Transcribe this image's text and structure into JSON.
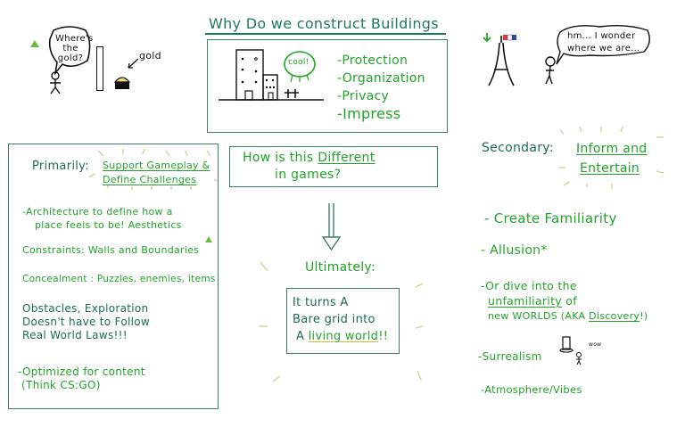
{
  "title": "Why Do we construct Buildings",
  "top_left_comic": {
    "speech": [
      "Where's",
      "the",
      "gold?"
    ],
    "gold_label": "gold"
  },
  "top_center": {
    "bubble": "cool!",
    "reasons": [
      "-Protection",
      "-Organization",
      "-Privacy",
      "-Impress"
    ]
  },
  "top_right_comic": {
    "speech": [
      "hm... I wonder",
      "where we are..."
    ]
  },
  "left_panel": {
    "primary_label": "Primarily:",
    "primary_value": [
      "Support Gameplay &",
      "Define Challenges"
    ],
    "points": [
      [
        "-Architecture to define how a",
        "place feels to be! Aesthetics"
      ],
      [
        "Constraints: Walls and Boundaries"
      ],
      [
        "Concealment : Puzzles, enemies, items"
      ],
      [
        "Obstacles, Exploration",
        "Doesn't have to Follow",
        "Real World Laws!!!"
      ],
      [
        "-Optimized for content",
        "(Think CS:GO)"
      ]
    ]
  },
  "center": {
    "question": [
      "How is this",
      "Different",
      "in games?"
    ],
    "ultimately_label": "Ultimately:",
    "answer": [
      "It turns A",
      "Bare grid into",
      "A",
      "living world",
      "!!"
    ]
  },
  "right_panel": {
    "secondary_label": "Secondary:",
    "secondary_value": [
      "Inform and",
      "Entertain"
    ],
    "points": [
      "- Create Familiarity",
      "- Allusion*",
      "-Or dive into the",
      "unfamiliarity",
      "of",
      "new WORLDS (AKA",
      "Discovery",
      "!)",
      "-Surrealism",
      "-Atmosphere/Vibes"
    ],
    "wow": "wow"
  },
  "colors": {
    "green_ink": "#22a32a",
    "teal_ink": "#1f7a5a",
    "box_border": "#3d7d6b",
    "gold": "#f0e27a",
    "flag_blue": "#2b4a9a",
    "flag_red": "#d63a3a"
  }
}
